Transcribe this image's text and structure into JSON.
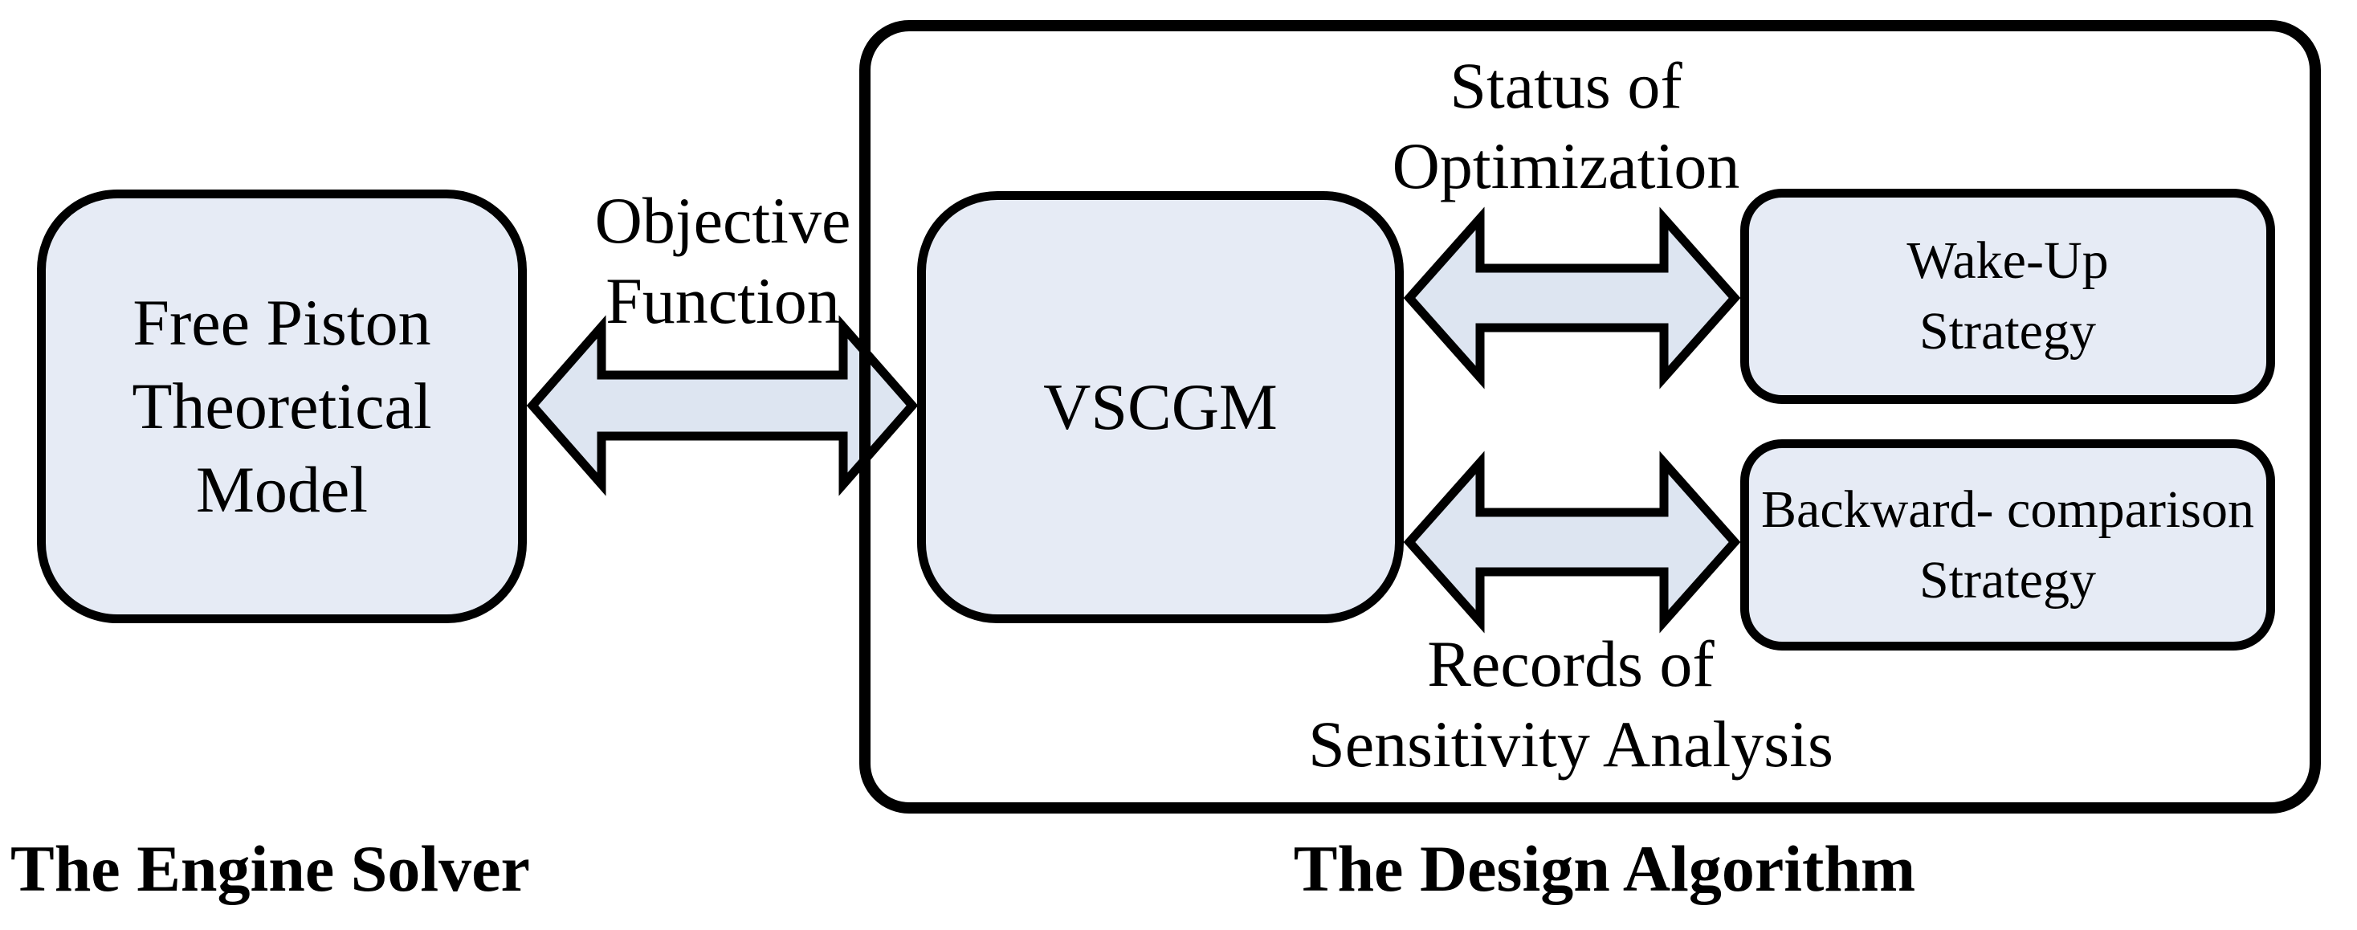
{
  "colors": {
    "box_fill": "#e6ebf5",
    "arrow_fill": "#dde5f1",
    "stroke": "#000000",
    "background": "#ffffff"
  },
  "diagram": {
    "engine_solver_group": {
      "caption": "The Engine Solver",
      "free_piston_box": {
        "line1": "Free Piston",
        "line2": "Theoretical",
        "line3": "Model"
      }
    },
    "design_algorithm_group": {
      "caption": "The Design Algorithm",
      "vscgm_box": {
        "label": "VSCGM"
      },
      "wake_up_box": {
        "line1": "Wake-Up",
        "line2": "Strategy"
      },
      "backward_comparison_box": {
        "line1": "Backward- comparison",
        "line2": "Strategy"
      }
    },
    "labels": {
      "objective_function": {
        "line1": "Objective",
        "line2": "Function"
      },
      "status_of_optimization": {
        "line1": "Status of",
        "line2": "Optimization"
      },
      "records_of_sensitivity": {
        "line1": "Records of",
        "line2": "Sensitivity Analysis"
      }
    }
  }
}
